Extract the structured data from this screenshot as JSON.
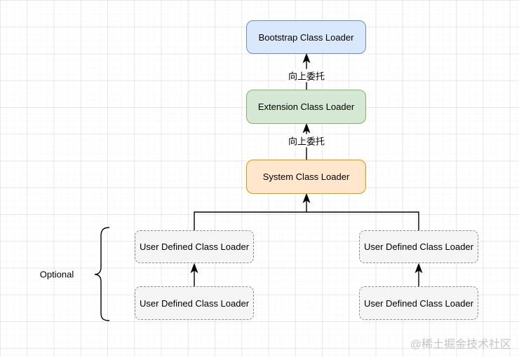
{
  "diagram": {
    "nodes": {
      "bootstrap": {
        "label": "Bootstrap Class Loader",
        "fill": "#dae8fc",
        "border": "#6c8ebf"
      },
      "extension": {
        "label": "Extension Class Loader",
        "fill": "#d5e8d4",
        "border": "#82b366"
      },
      "system": {
        "label": "System Class Loader",
        "fill": "#ffe6cc",
        "border": "#d79b00"
      },
      "user_defined": [
        {
          "label": "User Defined Class Loader"
        },
        {
          "label": "User Defined Class Loader"
        },
        {
          "label": "User Defined Class Loader"
        },
        {
          "label": "User Defined Class Loader"
        }
      ],
      "user_defined_style": {
        "fill": "#f5f5f5",
        "border": "#8c8c8c",
        "border_style": "dashed"
      }
    },
    "edge_labels": [
      {
        "text": "向上委托"
      },
      {
        "text": "向上委托"
      }
    ],
    "optional_label": "Optional",
    "watermark": "@稀土掘金技术社区"
  }
}
